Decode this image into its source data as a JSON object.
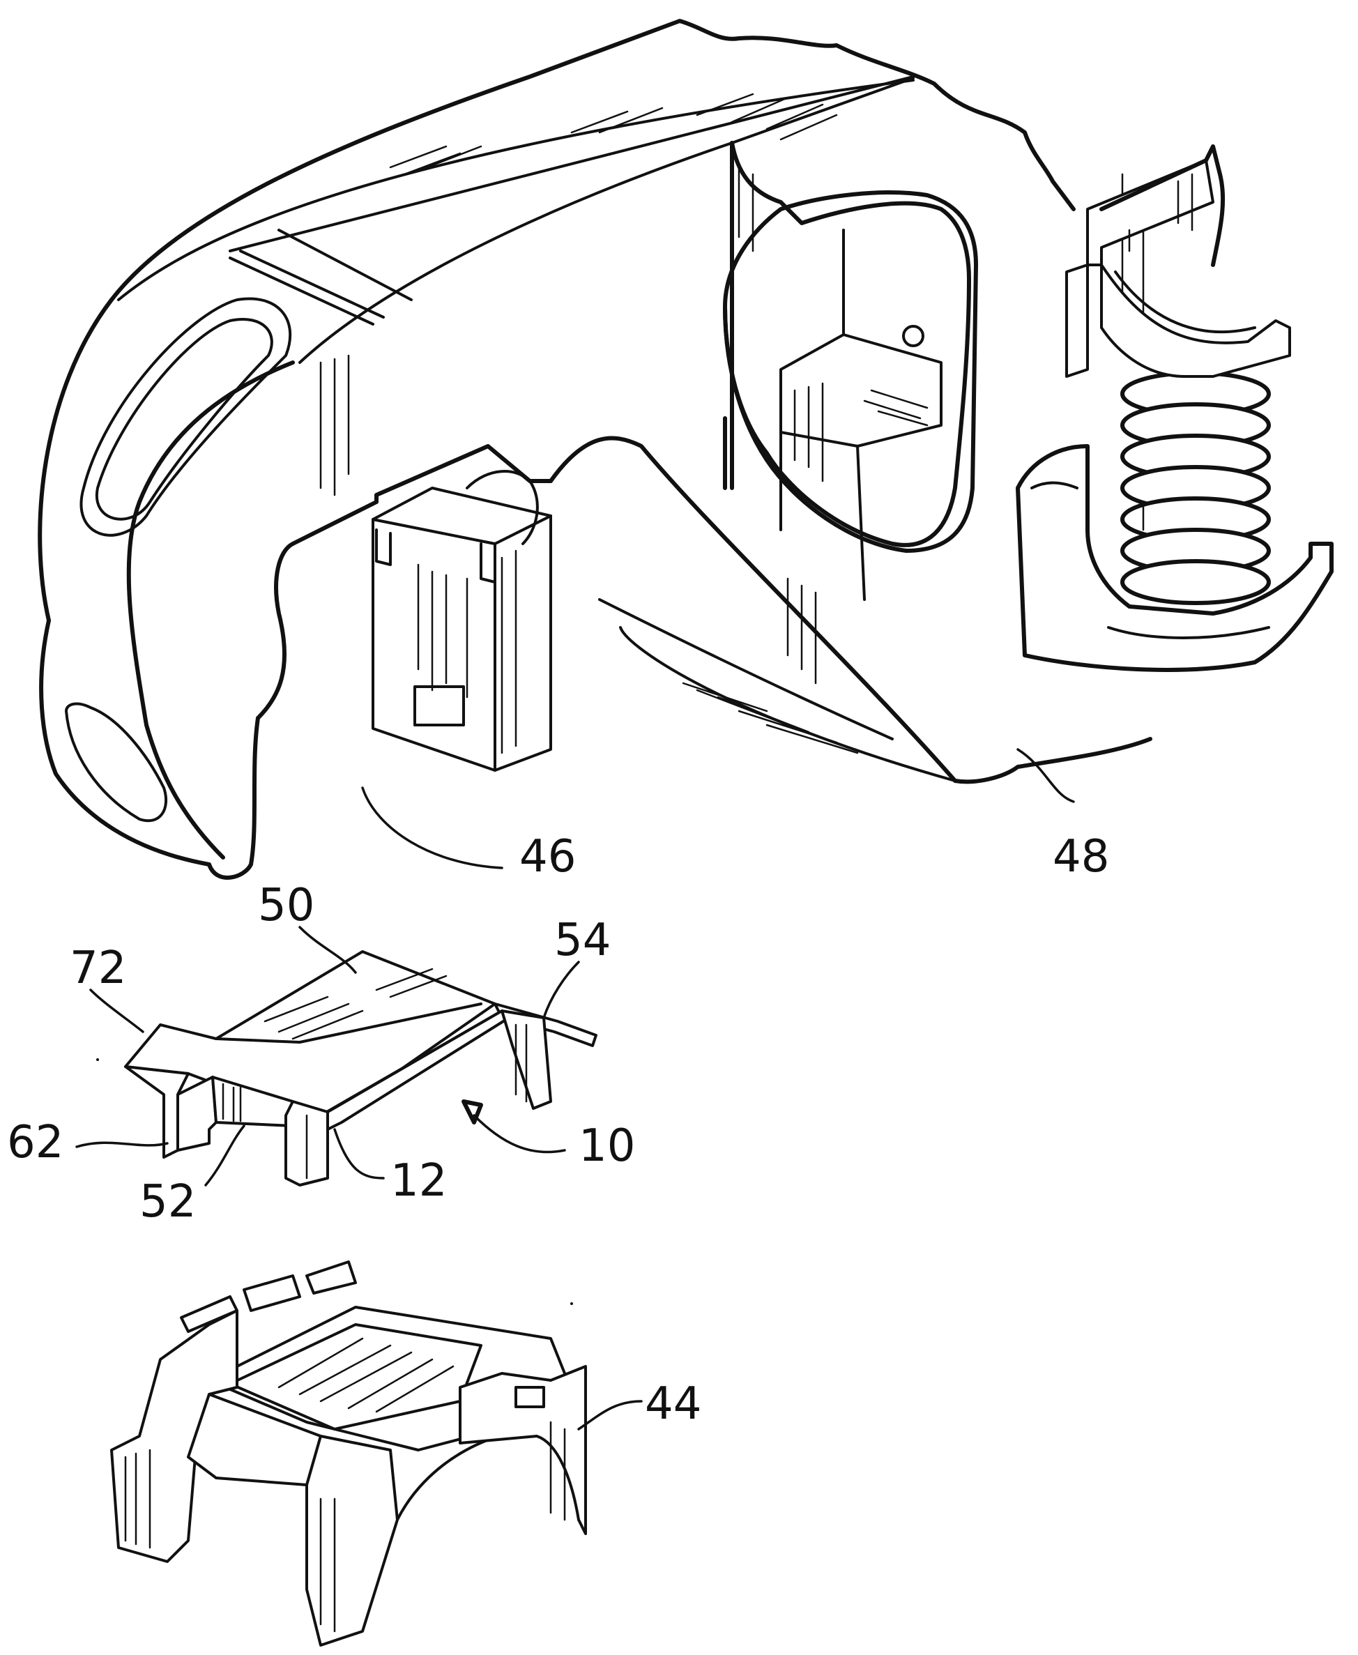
{
  "labels": {
    "ref_46": "46",
    "ref_48": "48",
    "ref_50": "50",
    "ref_54": "54",
    "ref_72": "72",
    "ref_62": "62",
    "ref_52": "52",
    "ref_12": "12",
    "ref_10": "10",
    "ref_44": "44"
  },
  "colors": {
    "ink": "#111111",
    "paper": "#ffffff"
  }
}
